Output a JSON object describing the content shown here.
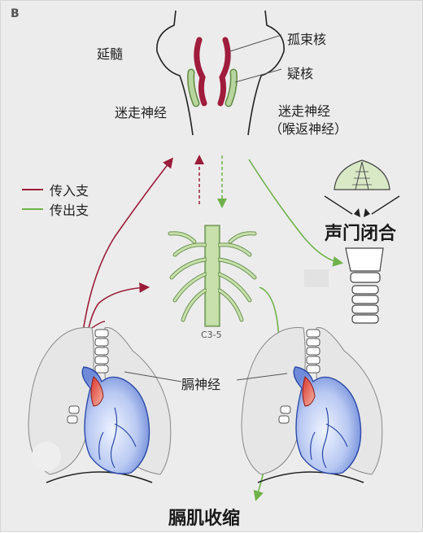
{
  "panel_label": "B",
  "labels": {
    "medulla": "延髓",
    "solitary_nucleus": "孤束核",
    "nucleus_ambiguus": "疑核",
    "vagus_left": "迷走神经",
    "vagus_right_line1": "迷走神经",
    "vagus_right_line2": "（喉返神经）",
    "glottic_closure": "声门闭合",
    "spinal_segment": "C3-5",
    "phrenic_nerve": "膈神经",
    "diaphragm_contraction": "膈肌收缩"
  },
  "legend": [
    {
      "label": "传入支",
      "color": "#9b1c3a"
    },
    {
      "label": "传出支",
      "color": "#6fb24a"
    }
  ],
  "colors": {
    "afferent": "#9b1c3a",
    "efferent": "#6fb24a",
    "nucleus_red": "#a01c3c",
    "nucleus_green": "#b9d59e",
    "nerve_plexus": "#c8e0ac",
    "heart_blue": "#4169c8",
    "heart_red": "#d9342b"
  }
}
